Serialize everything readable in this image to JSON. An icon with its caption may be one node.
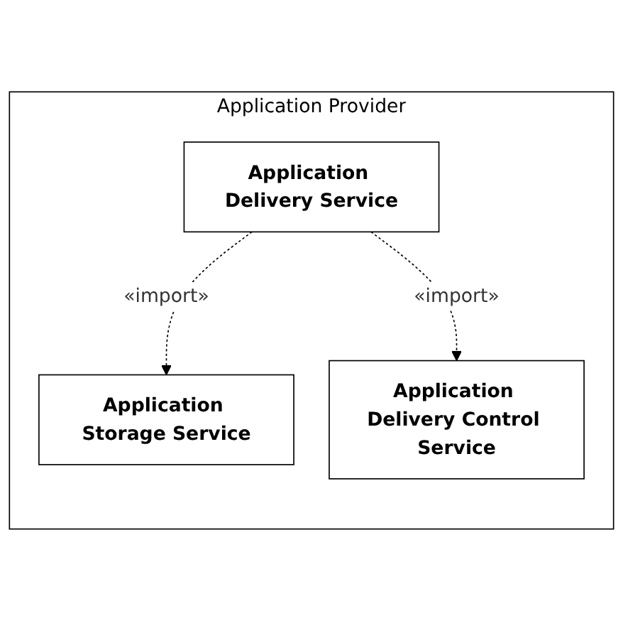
{
  "diagram": {
    "nodes": [
      {
        "text": [
          "Application Provider"
        ]
      },
      {
        "text": [
          "Application Delivery Service"
        ],
        "in": 0
      },
      {
        "text": [
          "Application Storage Service"
        ],
        "in": 0
      },
      {
        "text": [
          "Application Delivery Control Service"
        ],
        "in": 0
      }
    ],
    "edges": [
      {
        "from": 1,
        "to": 2,
        "arrow": "to",
        "label": "«import»",
        "style": "dashed"
      },
      {
        "from": 1,
        "to": 3,
        "arrow": "to",
        "label": "«import»",
        "style": "dashed"
      }
    ]
  }
}
